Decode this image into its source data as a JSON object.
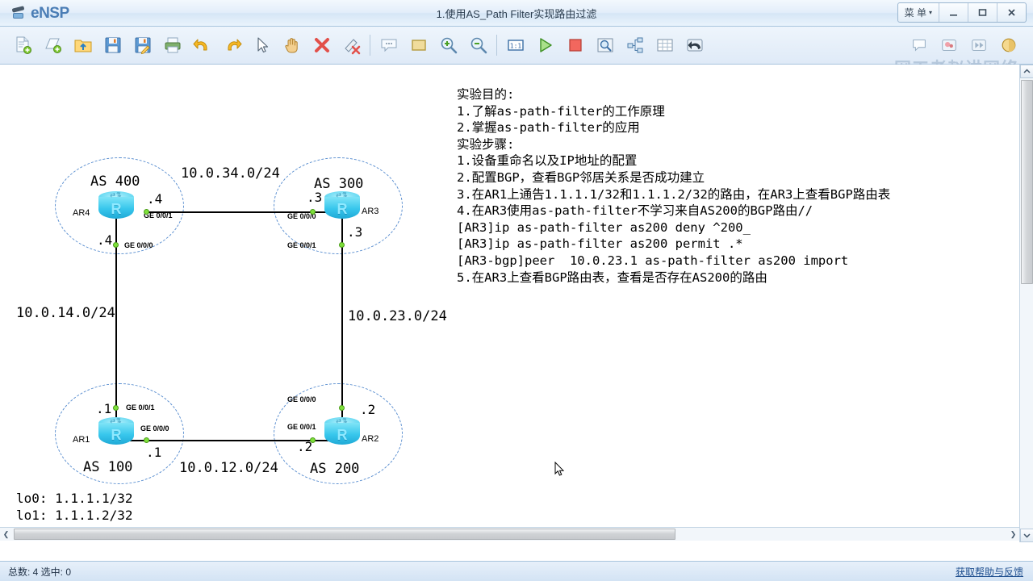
{
  "window": {
    "app_name": "eNSP",
    "title": "1.使用AS_Path  Filter实现路由过滤",
    "menu_label": "菜 单",
    "minimize_label": "—",
    "maximize_label": "□",
    "close_label": "✕"
  },
  "toolbar": {
    "watermark": "网工老赵讲网络",
    "items": [
      {
        "name": "new-topology-icon",
        "tip": "新建拓扑"
      },
      {
        "name": "new-device-icon",
        "tip": "新建设备"
      },
      {
        "name": "open-icon",
        "tip": "打开"
      },
      {
        "name": "save-icon",
        "tip": "保存"
      },
      {
        "name": "save-as-icon",
        "tip": "另存为"
      },
      {
        "name": "print-icon",
        "tip": "打印"
      },
      {
        "name": "undo-icon",
        "tip": "撤销"
      },
      {
        "name": "redo-icon",
        "tip": "恢复"
      },
      {
        "name": "select-cursor-icon",
        "tip": "选择"
      },
      {
        "name": "pan-hand-icon",
        "tip": "移动"
      },
      {
        "name": "delete-icon",
        "tip": "删除"
      },
      {
        "name": "delete-all-icon",
        "tip": "全部删除"
      },
      {
        "name": "text-comment-icon",
        "tip": "文本"
      },
      {
        "name": "rectangle-shape-icon",
        "tip": "图形"
      },
      {
        "name": "zoom-in-icon",
        "tip": "放大"
      },
      {
        "name": "zoom-out-icon",
        "tip": "缩小"
      },
      {
        "name": "zoom-actual-icon",
        "tip": "1:1"
      },
      {
        "name": "start-device-icon",
        "tip": "开启设备"
      },
      {
        "name": "stop-device-icon",
        "tip": "关闭设备"
      },
      {
        "name": "packet-capture-icon",
        "tip": "数据抓包"
      },
      {
        "name": "topology-tree-icon",
        "tip": "拓扑树"
      },
      {
        "name": "grid-icon",
        "tip": "网格"
      },
      {
        "name": "restore-icon",
        "tip": "还原"
      }
    ],
    "right_items": [
      {
        "name": "balloon-tip-icon"
      },
      {
        "name": "color-palette-icon"
      },
      {
        "name": "fast-forward-icon"
      },
      {
        "name": "help-circle-icon"
      }
    ]
  },
  "topology": {
    "routers": [
      {
        "id": "AR4",
        "as_label": "AS 400",
        "name_label": "AR4",
        "ports": [
          {
            "iface": "GE 0/0/1",
            "ip_suffix": ".4"
          },
          {
            "iface": "GE 0/0/0",
            "ip_suffix": ".4"
          }
        ],
        "glyph": "R"
      },
      {
        "id": "AR3",
        "as_label": "AS 300",
        "name_label": "AR3",
        "ports": [
          {
            "iface": "GE 0/0/0",
            "ip_suffix": ".3"
          },
          {
            "iface": "GE 0/0/1",
            "ip_suffix": ".3"
          }
        ],
        "glyph": "R"
      },
      {
        "id": "AR1",
        "as_label": "AS 100",
        "name_label": "AR1",
        "ports": [
          {
            "iface": "GE 0/0/1",
            "ip_suffix": ".1"
          },
          {
            "iface": "GE 0/0/0",
            "ip_suffix": ".1"
          }
        ],
        "glyph": "R"
      },
      {
        "id": "AR2",
        "as_label": "AS 200",
        "name_label": "AR2",
        "ports": [
          {
            "iface": "GE 0/0/0",
            "ip_suffix": ".2"
          },
          {
            "iface": "GE 0/0/1",
            "ip_suffix": ".2"
          }
        ],
        "glyph": "R"
      }
    ],
    "links": [
      {
        "label": "10.0.34.0/24",
        "between": [
          "AR4",
          "AR3"
        ]
      },
      {
        "label": "10.0.14.0/24",
        "between": [
          "AR4",
          "AR1"
        ]
      },
      {
        "label": "10.0.23.0/24",
        "between": [
          "AR3",
          "AR2"
        ]
      },
      {
        "label": "10.0.12.0/24",
        "between": [
          "AR1",
          "AR2"
        ]
      }
    ],
    "loopbacks": [
      "lo0: 1.1.1.1/32",
      "lo1: 1.1.1.2/32"
    ]
  },
  "notes": {
    "lines": [
      "实验目的:",
      "1.了解as-path-filter的工作原理",
      "2.掌握as-path-filter的应用",
      "实验步骤:",
      "1.设备重命名以及IP地址的配置",
      "2.配置BGP，查看BGP邻居关系是否成功建立",
      "3.在AR1上通告1.1.1.1/32和1.1.1.2/32的路由，在AR3上查看BGP路由表",
      "4.在AR3使用as-path-filter不学习来自AS200的BGP路由//",
      "[AR3]ip as-path-filter as200 deny ^200_",
      "[AR3]ip as-path-filter as200 permit .*",
      "[AR3-bgp]peer  10.0.23.1 as-path-filter as200 import",
      "5.在AR3上查看BGP路由表，查看是否存在AS200的路由"
    ]
  },
  "statusbar": {
    "counts": "总数: 4  选中: 0",
    "help_link": "获取帮助与反馈"
  },
  "colors": {
    "accent": "#4a7db5",
    "router_body": "#37c6ec",
    "as_ring": "#5b8fd0",
    "port_dot": "#7ee03a"
  }
}
